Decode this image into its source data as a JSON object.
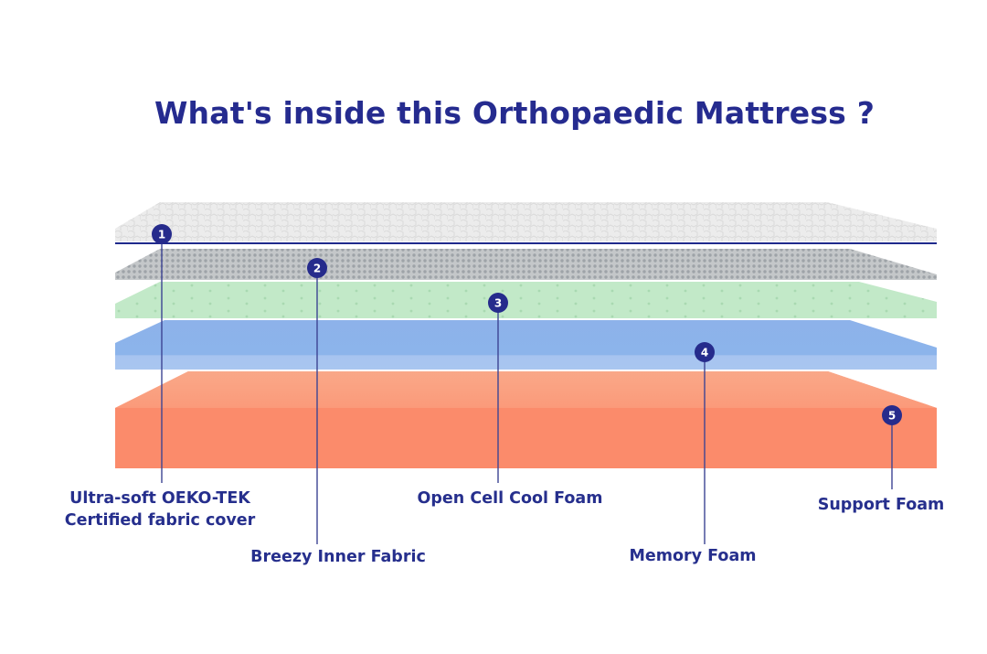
{
  "title": "What's inside this Orthopaedic Mattress ?",
  "colors": {
    "title": "#252b8f",
    "label": "#262f8d",
    "badge": "#262b8c",
    "layer_cover": "#e8e8e8",
    "layer_inner_fabric": "#b9bcbf",
    "layer_cool_foam": "#bfe8c6",
    "layer_memory_foam": "#8fb6ea",
    "layer_support_foam": "#fb8c6c"
  },
  "layers": [
    {
      "number": "1",
      "label_lines": [
        "Ultra-soft OEKO-TEK",
        "Certified fabric cover"
      ]
    },
    {
      "number": "2",
      "label_lines": [
        "Breezy Inner Fabric"
      ]
    },
    {
      "number": "3",
      "label_lines": [
        "Open Cell Cool Foam"
      ]
    },
    {
      "number": "4",
      "label_lines": [
        "Memory Foam"
      ]
    },
    {
      "number": "5",
      "label_lines": [
        "Support Foam"
      ]
    }
  ]
}
